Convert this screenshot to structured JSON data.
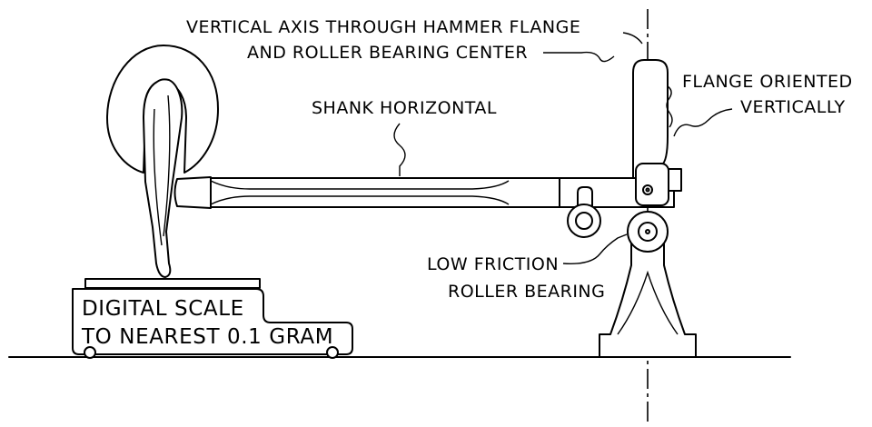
{
  "labels": {
    "vertical_axis_line1": "VERTICAL AXIS THROUGH HAMMER FLANGE",
    "vertical_axis_line2": "AND ROLLER BEARING CENTER",
    "flange_line1": "FLANGE ORIENTED",
    "flange_line2": "VERTICALLY",
    "shank": "SHANK HORIZONTAL",
    "roller_line1": "LOW FRICTION",
    "roller_line2": "ROLLER BEARING",
    "scale_line1": "DIGITAL SCALE",
    "scale_line2": "TO NEAREST 0.1 GRAM"
  }
}
